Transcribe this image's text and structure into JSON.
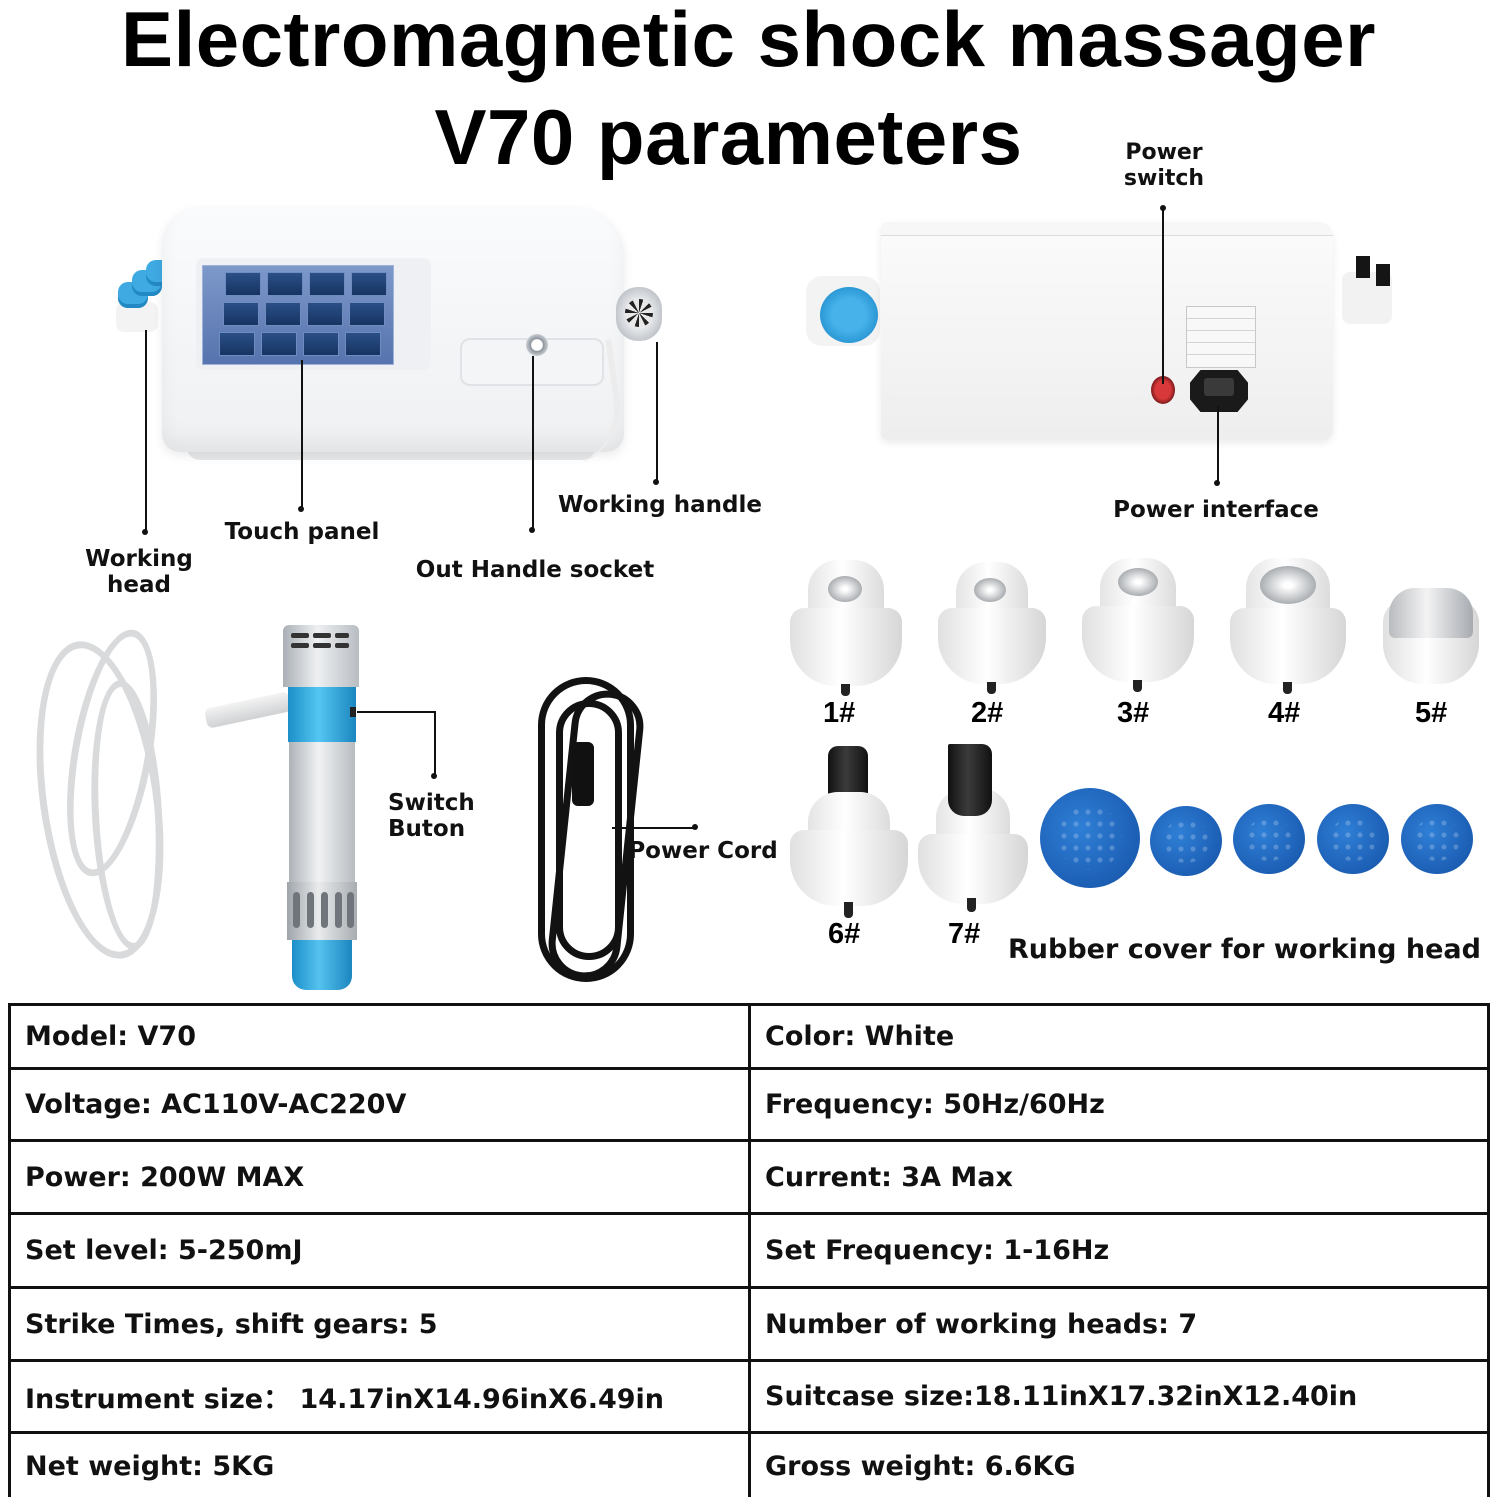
{
  "header": {
    "title_line1": "Electromagnetic shock massager",
    "title_line2": "V70 parameters"
  },
  "front_view": {
    "callouts": {
      "working_head": "Working\nhead",
      "touch_panel": "Touch panel",
      "out_handle_socket": "Out Handle socket",
      "working_handle": "Working handle"
    }
  },
  "rear_view": {
    "callouts": {
      "power_switch": "Power\nswitch",
      "power_interface": "Power interface"
    }
  },
  "accessories": {
    "handle_callout": "Switch\nButon",
    "cord_callout": "Power Cord",
    "heads": [
      {
        "label": "1#"
      },
      {
        "label": "2#"
      },
      {
        "label": "3#"
      },
      {
        "label": "4#"
      },
      {
        "label": "5#"
      },
      {
        "label": "6#"
      },
      {
        "label": "7#"
      }
    ],
    "rubber_cover_label": "Rubber cover for working head",
    "rubber_cover_count": 5
  },
  "colors": {
    "accent_blue": "#3fa9e2",
    "rubber_blue": "#1c5fb5",
    "switch_red": "#d9383a"
  },
  "specs": {
    "rows": [
      {
        "left": "Model: V70",
        "right": "Color: White"
      },
      {
        "left": "Voltage: AC110V-AC220V",
        "right": "Frequency: 50Hz/60Hz"
      },
      {
        "left": "Power: 200W MAX",
        "right": "Current: 3A Max"
      },
      {
        "left": "Set level: 5-250mJ",
        "right": "Set Frequency: 1-16Hz"
      },
      {
        "left": "Strike Times, shift gears: 5",
        "right": "Number of working heads: 7"
      },
      {
        "left": "Instrument size： 14.17inX14.96inX6.49in",
        "right": "Suitcase size:18.11inX17.32inX12.40in"
      },
      {
        "left": "Net weight: 5KG",
        "right": "Gross weight: 6.6KG"
      }
    ]
  }
}
